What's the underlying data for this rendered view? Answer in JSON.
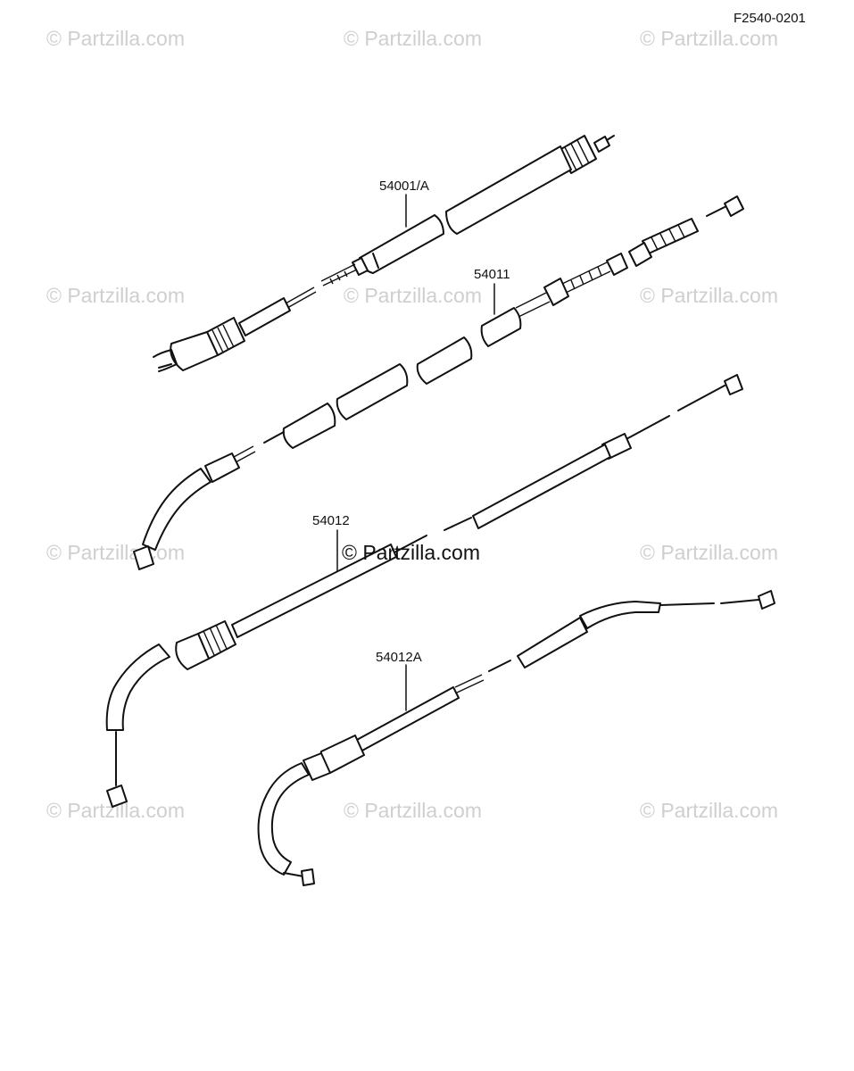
{
  "diagram": {
    "ref_code": "F2540-0201",
    "watermark": "© Partzilla.com",
    "center_watermark": "© Partzilla.com",
    "parts": [
      {
        "number": "54001/A"
      },
      {
        "number": "54011"
      },
      {
        "number": "54012"
      },
      {
        "number": "54012A"
      }
    ]
  }
}
